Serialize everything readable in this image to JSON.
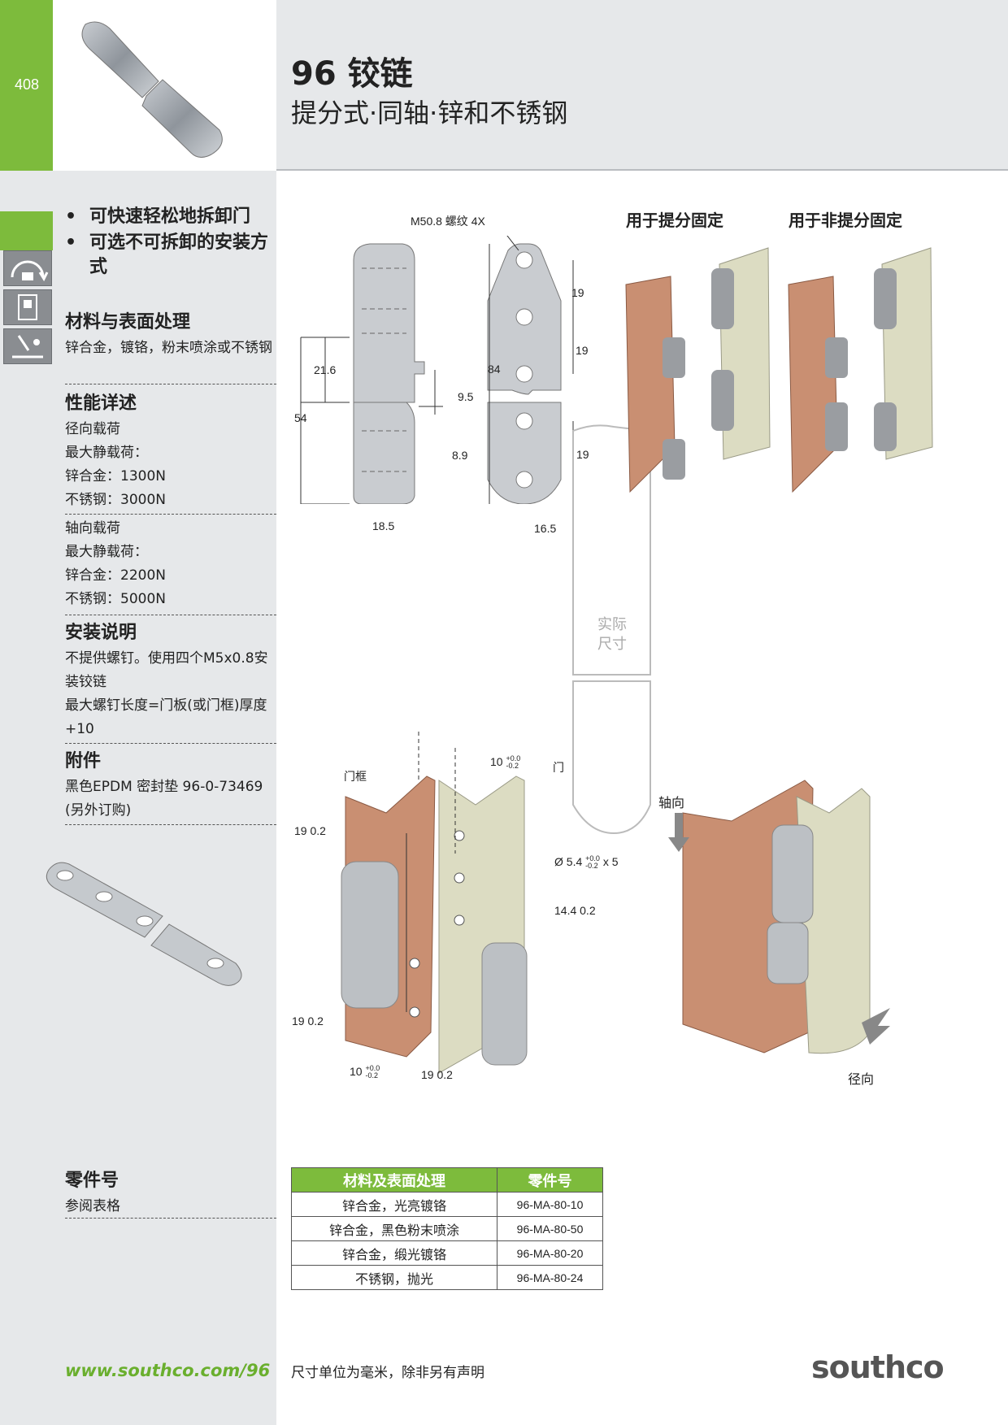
{
  "page_number": "408",
  "title": "96 铰链",
  "subtitle": "提分式·同轴·锌和不锈钢",
  "features": [
    "可快速轻松地拆卸门",
    "可选不可拆卸的安装方式"
  ],
  "sections": {
    "material": {
      "heading": "材料与表面处理",
      "lines": [
        "锌合金，镀铬，粉末喷涂或不锈钢"
      ]
    },
    "performance": {
      "heading": "性能详述",
      "radial": [
        "径向载荷",
        "最大静载荷：",
        "锌合金：1300N",
        "不锈钢：3000N"
      ],
      "axial": [
        "轴向载荷",
        "最大静载荷：",
        "锌合金：2200N",
        "不锈钢：5000N"
      ]
    },
    "install": {
      "heading": "安装说明",
      "lines": [
        "不提供螺钉。使用四个M5x0.8安装铰链",
        "最大螺钉长度=门板(或门框)厚度+10"
      ]
    },
    "accessory": {
      "heading": "附件",
      "lines": [
        "黑色EPDM 密封垫 96-0-73469",
        "(另外订购)"
      ]
    },
    "partno": {
      "heading": "零件号",
      "lines": [
        "参阅表格"
      ]
    }
  },
  "drawing": {
    "thread_label": "M50.8 螺纹 4X",
    "dims": [
      "21.6",
      "54",
      "9.5",
      "8.9",
      "18.5",
      "84",
      "19",
      "19",
      "19",
      "16.5"
    ],
    "real_size": [
      "实际",
      "尺寸"
    ],
    "captions": [
      "用于提分固定",
      "用于非提分固定"
    ],
    "install_labels": {
      "frame": "门框",
      "door": "门",
      "gap_top": "10",
      "gap_top_tol": [
        "+0.0",
        "-0.2"
      ],
      "d19a": "19  0.2",
      "d19b": "19  0.2",
      "hole": "Ø 5.4",
      "hole_tol": [
        "+0.0",
        "-0.2"
      ],
      "hole_count": "x 5",
      "d14": "14.4  0.2",
      "gap_bottom": "10",
      "gap_bottom_tol": [
        "+0.0",
        "-0.2"
      ],
      "d19c": "19  0.2"
    },
    "axial": "轴向",
    "radial": "径向"
  },
  "table": {
    "headers": [
      "材料及表面处理",
      "零件号"
    ],
    "rows": [
      [
        "锌合金，光亮镀铬",
        "96-MA-80-10"
      ],
      [
        "锌合金，黑色粉末喷涂",
        "96-MA-80-50"
      ],
      [
        "锌合金，缎光镀铬",
        "96-MA-80-20"
      ],
      [
        "不锈钢，抛光",
        "96-MA-80-24"
      ]
    ]
  },
  "footer": {
    "url": "www.southco.com/96",
    "note": "尺寸单位为毫米，除非另有声明",
    "logo": "southco"
  },
  "colors": {
    "green": "#7dbb3c",
    "grey_band": "#e6e8ea",
    "frame": "#c98f72",
    "door": "#dcdcc2"
  }
}
